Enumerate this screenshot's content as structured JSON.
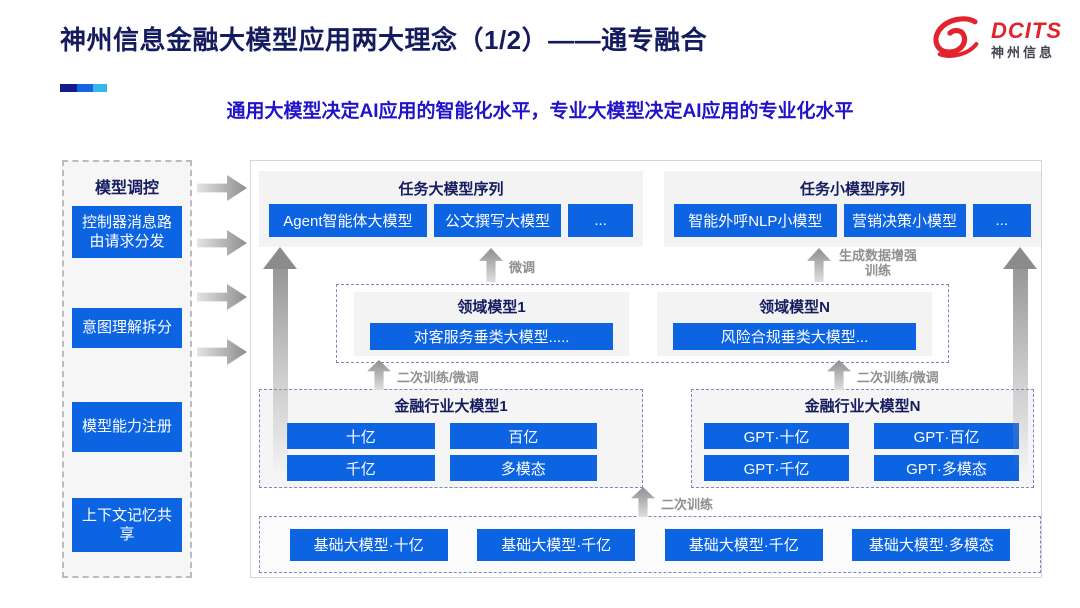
{
  "header": {
    "title": "神州信息金融大模型应用两大理念（1/2）——通专融合",
    "subtitle": "通用大模型决定AI应用的智能化水平，专业大模型决定AI应用的专业化水平",
    "logo_brand": "DCITS",
    "logo_cn": "神州信息"
  },
  "sidebar": {
    "title": "模型调控",
    "items": [
      "控制器消息路由请求分发",
      "意图理解拆分",
      "模型能力注册",
      "上下文记忆共享"
    ]
  },
  "diagram": {
    "task_large": {
      "title": "任务大模型序列",
      "boxes": [
        "Agent智能体大模型",
        "公文撰写大模型",
        "..."
      ]
    },
    "task_small": {
      "title": "任务小模型序列",
      "boxes": [
        "智能外呼NLP小模型",
        "营销决策小模型",
        "..."
      ]
    },
    "domain_groups": [
      {
        "title": "领域模型1",
        "box": "对客服务垂类大模型....."
      },
      {
        "title": "领域模型N",
        "box": "风险合规垂类大模型..."
      }
    ],
    "industry_groups": [
      {
        "title": "金融行业大模型1",
        "boxes": [
          "十亿",
          "百亿",
          "千亿",
          "多模态"
        ]
      },
      {
        "title": "金融行业大模型N",
        "boxes": [
          "GPT·十亿",
          "GPT·百亿",
          "GPT·千亿",
          "GPT·多模态"
        ]
      }
    ],
    "base_boxes": [
      "基础大模型·十亿",
      "基础大模型·千亿",
      "基础大模型·千亿",
      "基础大模型·多模态"
    ],
    "arrow_labels": {
      "fine_tune": "微调",
      "data_augment": "生成数据增强训练",
      "retrain_ft": "二次训练/微调",
      "retrain": "二次训练"
    }
  },
  "colors": {
    "box_blue": "#0d64e3",
    "heading_navy": "#141b5e",
    "subtitle_blue": "#2013c9",
    "logo_red": "#e2232e",
    "accent_navy": "#141b8c",
    "accent_blue": "#1565e0",
    "accent_cyan": "#33b8e8",
    "arrow_gray": "#8f8f8f"
  }
}
